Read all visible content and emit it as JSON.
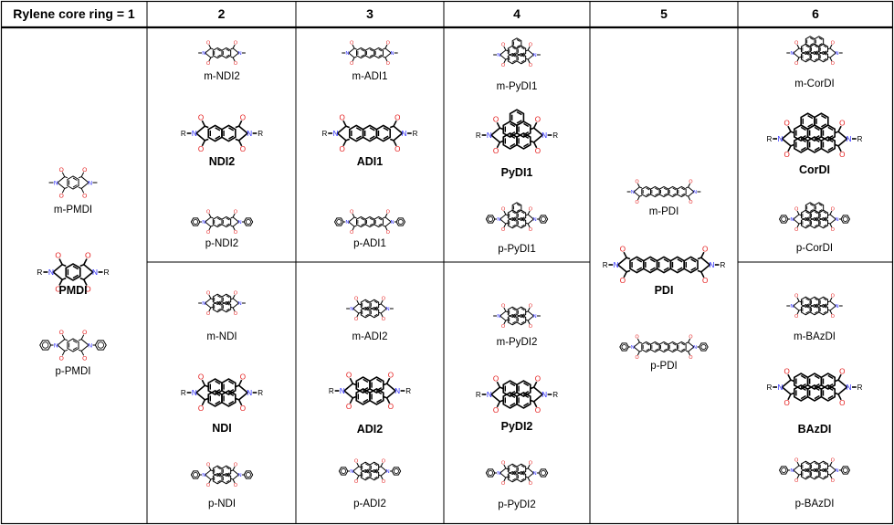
{
  "table": {
    "headers": [
      "Rylene core ring = 1",
      "2",
      "3",
      "4",
      "5",
      "6"
    ]
  },
  "colors": {
    "oxygen": "#e41a1a",
    "nitrogen": "#2a2aff",
    "bond": "#000000",
    "grid": "#000000"
  },
  "molecules": [
    {
      "label": "m-PMDI",
      "bold": false,
      "col": 0,
      "rings": 1,
      "sub": "methyl"
    },
    {
      "label": "PMDI",
      "bold": true,
      "col": 0,
      "rings": 1,
      "sub": "R"
    },
    {
      "label": "p-PMDI",
      "bold": false,
      "col": 0,
      "rings": 1,
      "sub": "phenyl"
    },
    {
      "label": "m-NDI2",
      "bold": false,
      "col": 1,
      "rings": 2,
      "sub": "methyl"
    },
    {
      "label": "NDI2",
      "bold": true,
      "col": 1,
      "rings": 2,
      "sub": "R"
    },
    {
      "label": "p-NDI2",
      "bold": false,
      "col": 1,
      "rings": 2,
      "sub": "phenyl"
    },
    {
      "label": "m-NDI",
      "bold": false,
      "col": 1,
      "rings": 2,
      "sub": "methyl",
      "shape": "naphthalene"
    },
    {
      "label": "NDI",
      "bold": true,
      "col": 1,
      "rings": 2,
      "sub": "R",
      "shape": "naphthalene"
    },
    {
      "label": "p-NDI",
      "bold": false,
      "col": 1,
      "rings": 2,
      "sub": "phenyl",
      "shape": "naphthalene"
    },
    {
      "label": "m-ADI1",
      "bold": false,
      "col": 2,
      "rings": 3,
      "sub": "methyl"
    },
    {
      "label": "ADI1",
      "bold": true,
      "col": 2,
      "rings": 3,
      "sub": "R"
    },
    {
      "label": "p-ADI1",
      "bold": false,
      "col": 2,
      "rings": 3,
      "sub": "phenyl"
    },
    {
      "label": "m-ADI2",
      "bold": false,
      "col": 2,
      "rings": 3,
      "sub": "methyl",
      "shape": "cluster"
    },
    {
      "label": "ADI2",
      "bold": true,
      "col": 2,
      "rings": 3,
      "sub": "R",
      "shape": "cluster"
    },
    {
      "label": "p-ADI2",
      "bold": false,
      "col": 2,
      "rings": 3,
      "sub": "phenyl",
      "shape": "cluster"
    },
    {
      "label": "m-PyDI1",
      "bold": false,
      "col": 3,
      "rings": 4,
      "sub": "methyl",
      "shape": "pyrene"
    },
    {
      "label": "PyDI1",
      "bold": true,
      "col": 3,
      "rings": 4,
      "sub": "R",
      "shape": "pyrene"
    },
    {
      "label": "p-PyDI1",
      "bold": false,
      "col": 3,
      "rings": 4,
      "sub": "phenyl",
      "shape": "pyrene"
    },
    {
      "label": "m-PyDI2",
      "bold": false,
      "col": 3,
      "rings": 4,
      "sub": "methyl",
      "shape": "diagonal"
    },
    {
      "label": "PyDI2",
      "bold": true,
      "col": 3,
      "rings": 4,
      "sub": "R",
      "shape": "diagonal"
    },
    {
      "label": "p-PyDI2",
      "bold": false,
      "col": 3,
      "rings": 4,
      "sub": "phenyl",
      "shape": "diagonal"
    },
    {
      "label": "m-PDI",
      "bold": false,
      "col": 4,
      "rings": 5,
      "sub": "methyl"
    },
    {
      "label": "PDI",
      "bold": true,
      "col": 4,
      "rings": 5,
      "sub": "R"
    },
    {
      "label": "p-PDI",
      "bold": false,
      "col": 4,
      "rings": 5,
      "sub": "phenyl"
    },
    {
      "label": "m-CorDI",
      "bold": false,
      "col": 5,
      "rings": 6,
      "sub": "methyl",
      "shape": "coronene"
    },
    {
      "label": "CorDI",
      "bold": true,
      "col": 5,
      "rings": 6,
      "sub": "R",
      "shape": "coronene"
    },
    {
      "label": "p-CorDI",
      "bold": false,
      "col": 5,
      "rings": 6,
      "sub": "phenyl",
      "shape": "coronene"
    },
    {
      "label": "m-BAzDI",
      "bold": false,
      "col": 5,
      "rings": 6,
      "sub": "methyl",
      "shape": "azulene"
    },
    {
      "label": "BAzDI",
      "bold": true,
      "col": 5,
      "rings": 6,
      "sub": "R",
      "shape": "azulene"
    },
    {
      "label": "p-BAzDI",
      "bold": false,
      "col": 5,
      "rings": 6,
      "sub": "phenyl",
      "shape": "azulene"
    }
  ]
}
